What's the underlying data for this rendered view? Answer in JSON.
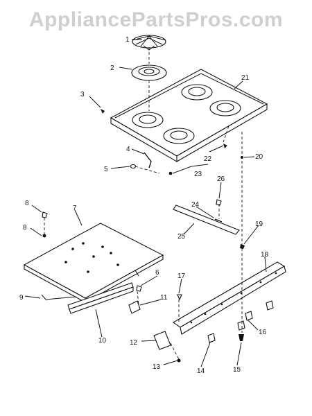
{
  "watermark": "AppliancePartsPros.com",
  "labels": [
    "1",
    "2",
    "3",
    "4",
    "5",
    "6",
    "7",
    "8",
    "9",
    "10",
    "11",
    "12",
    "13",
    "14",
    "15",
    "16",
    "17",
    "18",
    "19",
    "20",
    "21",
    "22",
    "23",
    "24",
    "25",
    "26"
  ]
}
